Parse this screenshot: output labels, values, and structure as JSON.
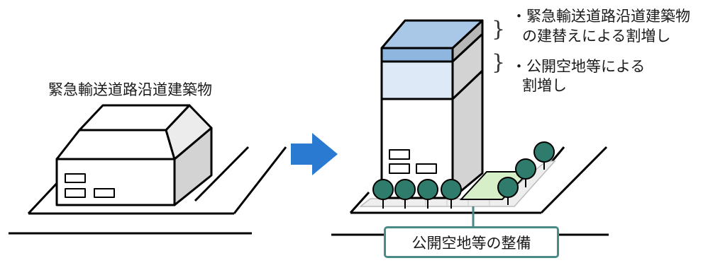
{
  "labels": {
    "left_building": "緊急輸送道路沿道建築物",
    "note1_line1": "・緊急輸送道路沿道建築物",
    "note1_line2": "の建替えによる割増し",
    "note2_line1": "・公開空地等による",
    "note2_line2": "割増し",
    "callout": "公開空地等の整備"
  },
  "colors": {
    "arrow": "#2a7ad2",
    "upper_floor": "#8eb6de",
    "middle_floor": "#dde9f6",
    "open_space": "#d6efc8",
    "tree": "#2f7c6c",
    "callout_border": "#4a8a87",
    "side_wall": "#d3d3d3"
  }
}
